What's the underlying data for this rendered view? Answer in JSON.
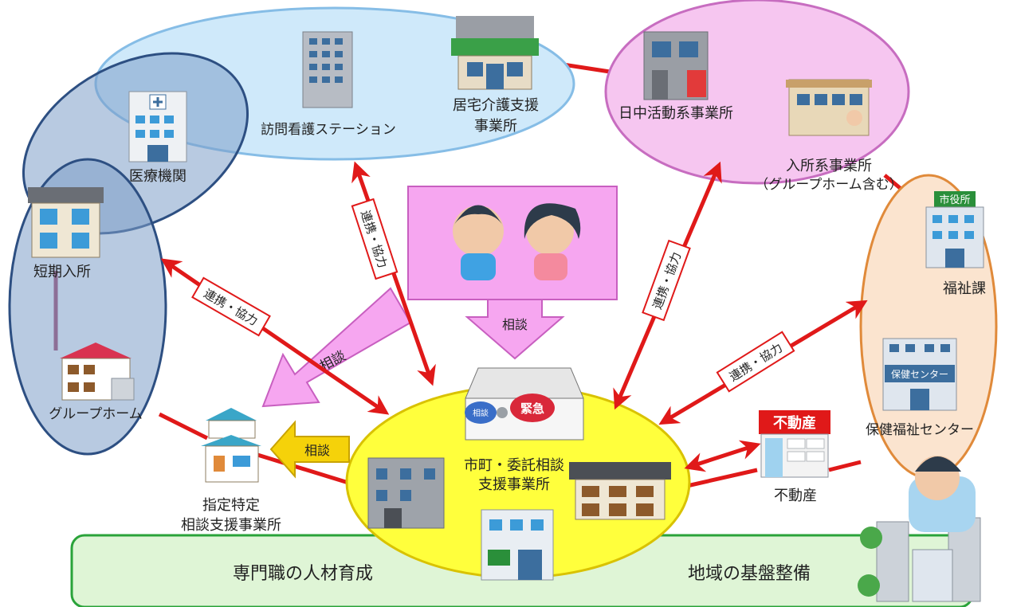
{
  "nodes": {
    "homon": "訪問看護ステーション",
    "kyotaku_1": "居宅介護支援",
    "kyotaku_2": "事業所",
    "nicchu": "日中活動系事業所",
    "nyusho_1": "入所系事業所",
    "nyusho_2": "（グループホーム含む）",
    "iryo": "医療機関",
    "tanki": "短期入所",
    "group": "グループホーム",
    "fukushi": "福祉課",
    "hoken": "保健福祉センター",
    "shitei_1": "指定特定",
    "shitei_2": "相談支援事業所",
    "center_1": "市町・委託相談",
    "center_2": "支援事業所",
    "fudosan": "不動産"
  },
  "signs": {
    "shiyakusho": "市役所",
    "hoken_center": "保健センター",
    "fudosan_sign": "不動産",
    "btn_sodan": "相談",
    "btn_kinkyu": "緊急"
  },
  "arrows": {
    "renkei": "連携・協力",
    "sodan": "相談"
  },
  "bottom": {
    "left": "専門職の人材育成",
    "right": "地域の基盤整備"
  }
}
